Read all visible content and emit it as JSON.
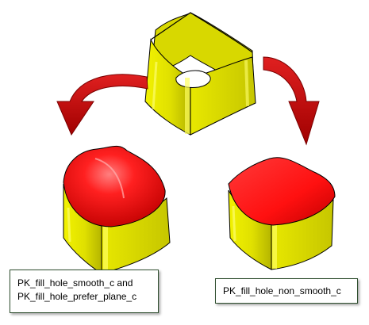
{
  "labels": {
    "smooth": {
      "line1": "PK_fill_hole_smooth_c and",
      "line2": "PK_fill_hole_prefer_plane_c"
    },
    "non_smooth": {
      "line1": "PK_fill_hole_non_smooth_c"
    }
  },
  "colors": {
    "body_yellow": "#e6e600",
    "body_yellow_dark": "#a8a800",
    "fill_red": "#ff1a1a",
    "fill_red_dark": "#b30000",
    "arrow_red": "#c81414",
    "edge": "#000000"
  }
}
